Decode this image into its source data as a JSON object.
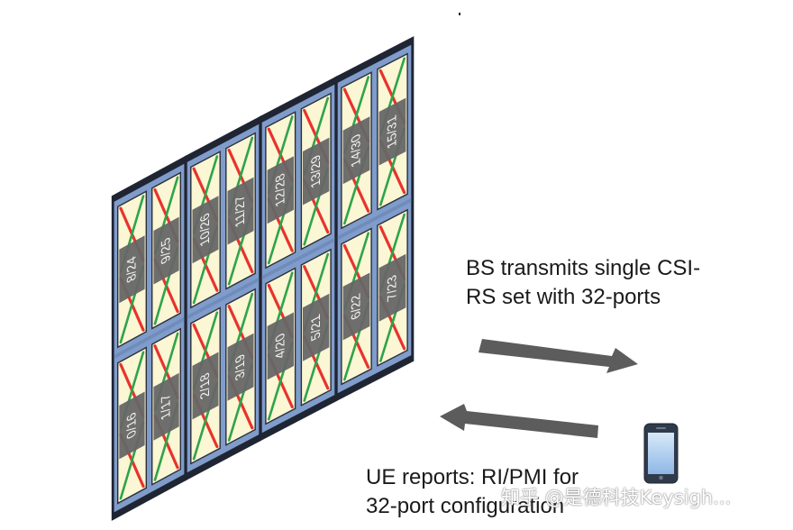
{
  "antenna": {
    "ports": [
      {
        "label": "0/16"
      },
      {
        "label": "1/17"
      },
      {
        "label": "2/18"
      },
      {
        "label": "3/19"
      },
      {
        "label": "4/20"
      },
      {
        "label": "5/21"
      },
      {
        "label": "6/22"
      },
      {
        "label": "7/23"
      },
      {
        "label": "8/24"
      },
      {
        "label": "9/25"
      },
      {
        "label": "10/26"
      },
      {
        "label": "11/27"
      },
      {
        "label": "12/28"
      },
      {
        "label": "13/29"
      },
      {
        "label": "14/30"
      },
      {
        "label": "15/31"
      }
    ]
  },
  "text": {
    "bs_line1": "BS transmits  single CSI-",
    "bs_line2": "RS set with 32-ports",
    "ue_line1": "UE reports: RI/PMI for",
    "ue_line2": "32-port configuration",
    "watermark": "知乎 @是德科技Keysigh..."
  },
  "colors": {
    "panel_frame": "#1f2532",
    "panel_fill": "#7f9ccb",
    "element_fill": "#fbf6d4",
    "center_box": "#666666",
    "red_cross": "#e8332c",
    "green_cross": "#2fa34a",
    "arrow": "#5c5c5c"
  },
  "device": {
    "icon": "smartphone-icon"
  }
}
